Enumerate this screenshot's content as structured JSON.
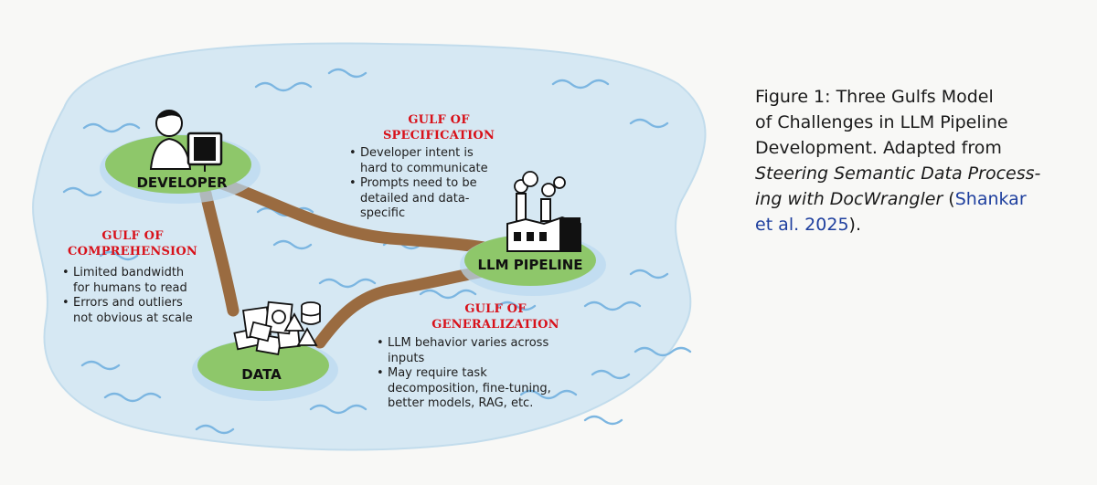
{
  "nodes": {
    "developer": "DEVELOPER",
    "llm_pipeline": "LLM PIPELINE",
    "data": "DATA"
  },
  "gulfs": {
    "specification": {
      "title_line1": "GULF OF",
      "title_line2": "SPECIFICATION",
      "bullets": [
        [
          "Developer intent is",
          "hard to communicate"
        ],
        [
          "Prompts need to be",
          "detailed and data-",
          "specific"
        ]
      ]
    },
    "comprehension": {
      "title_line1": "GULF OF",
      "title_line2": "COMPREHENSION",
      "bullets": [
        [
          "Limited bandwidth",
          "for humans to read"
        ],
        [
          "Errors and outliers",
          "not obvious at scale"
        ]
      ]
    },
    "generalization": {
      "title_line1": "GULF OF",
      "title_line2": "GENERALIZATION",
      "bullets": [
        [
          "LLM behavior varies across",
          "inputs"
        ],
        [
          "May require task",
          "decomposition, fine-tuning,",
          "better models, RAG, etc."
        ]
      ]
    }
  },
  "caption": {
    "line1": "Figure 1: Three Gulfs Model",
    "line2": "of Challenges in LLM Pipeline",
    "line3": "Development. Adapted from",
    "line4_italic": "Steering Semantic Data Process-",
    "line5_italic": "ing with DocWrangler",
    "line5_open": " (",
    "line5_cite": "Shankar",
    "line6_cite": "et al. 2025",
    "line6_close": ")."
  },
  "colors": {
    "water": "#d6e8f3",
    "wave": "#7cb6e1",
    "island": "#8ec76a",
    "road": "#9a6b40",
    "gulf_title": "#d8111a",
    "citation": "#1e3f9e"
  }
}
